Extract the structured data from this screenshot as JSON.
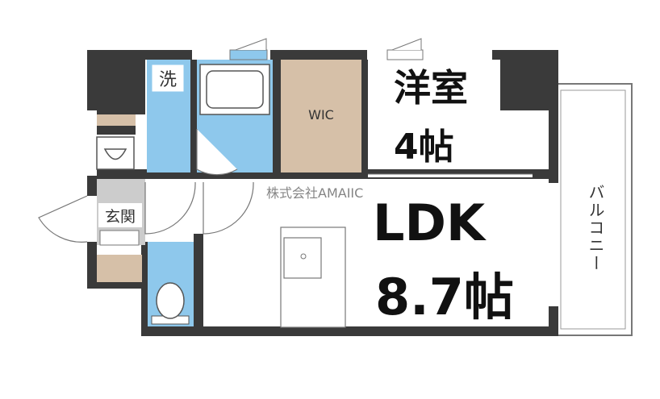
{
  "rooms": {
    "bedroom": {
      "type_label": "洋室",
      "size_label": "4帖"
    },
    "ldk": {
      "type_label": "LDK",
      "size_label": "8.7帖"
    },
    "walk_in_closet": {
      "label": "WIC"
    },
    "washroom": {
      "label": "洗"
    },
    "entrance": {
      "label": "玄関"
    },
    "balcony": {
      "label": "バルコニー"
    }
  },
  "watermark": {
    "text": "株式会社AMAIIC"
  },
  "colors": {
    "wall": "#3a3a3a",
    "wet_area": "#8ec8ec",
    "closet": "#d6c0a8",
    "storage": "#d6c0a8",
    "floor": "#ffffff",
    "outline": "#777777"
  }
}
